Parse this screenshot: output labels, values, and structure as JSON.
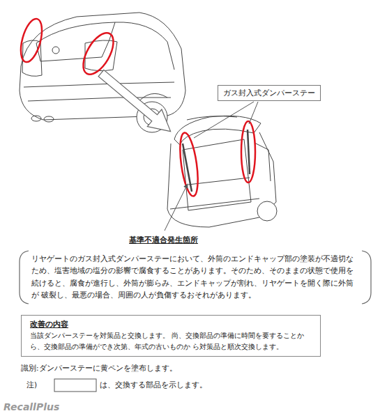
{
  "diagram": {
    "nodes": [
      {
        "text": [
          "ガス封入式ダンパーステー"
        ]
      },
      {
        "text": [
          "基準不適合発生箇所",
          "リヤゲートのガス封入式ダンパーステーにおいて、外筒のエンドキャップ部の塗装が不適切な ため、塩害地域の塩分の影響で腐食することがあります。そのため、そのままの状態で使用を 続けると、腐食が進行し、外筒が膨らみ、エンドキャップが割れ、リヤゲートを開く際に外筒が 破裂し、最悪の場合、周囲の人が負傷するおそれがあります。"
        ]
      },
      {
        "text": [
          "改善の内容",
          "当該ダンパーステーを対策品と交換します。 尚、交換部品の準備に時間を要することから、交換部品の準備ができ次第、年式の古いものか ら対策品と順次交換します。"
        ]
      }
    ],
    "labels": [
      "識別:ダンパーステーに黄ペンを塗布します。",
      "注)",
      "は、交換する部品を示します。",
      "RecallPlus"
    ]
  }
}
